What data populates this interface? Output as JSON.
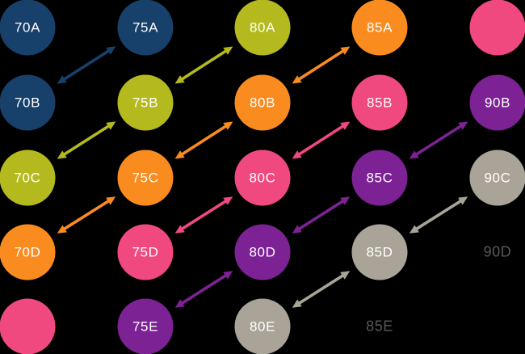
{
  "diagram": {
    "colors": {
      "background": "#000000",
      "label": "#ffffff",
      "navy": "#17406b",
      "olive": "#b4ba1e",
      "orange": "#fa8c1f",
      "pink": "#f04980",
      "purple": "#7d2295",
      "gray": "#a9a497",
      "faded": "#585858"
    },
    "nodes": [
      {
        "id": "70A",
        "label": "70A",
        "col": 0,
        "row": 0,
        "color": "navy",
        "shape": "circle"
      },
      {
        "id": "75A",
        "label": "75A",
        "col": 1,
        "row": 0,
        "color": "navy",
        "shape": "circle"
      },
      {
        "id": "80A",
        "label": "80A",
        "col": 2,
        "row": 0,
        "color": "olive",
        "shape": "circle"
      },
      {
        "id": "85A",
        "label": "85A",
        "col": 3,
        "row": 0,
        "color": "orange",
        "shape": "circle"
      },
      {
        "id": "90A",
        "label": "",
        "col": 4,
        "row": 0,
        "color": "pink",
        "shape": "circle"
      },
      {
        "id": "70B",
        "label": "70B",
        "col": 0,
        "row": 1,
        "color": "navy",
        "shape": "circle"
      },
      {
        "id": "75B",
        "label": "75B",
        "col": 1,
        "row": 1,
        "color": "olive",
        "shape": "circle"
      },
      {
        "id": "80B",
        "label": "80B",
        "col": 2,
        "row": 1,
        "color": "orange",
        "shape": "circle"
      },
      {
        "id": "85B",
        "label": "85B",
        "col": 3,
        "row": 1,
        "color": "pink",
        "shape": "circle"
      },
      {
        "id": "90B",
        "label": "90B",
        "col": 4,
        "row": 1,
        "color": "purple",
        "shape": "circle"
      },
      {
        "id": "70C",
        "label": "70C",
        "col": 0,
        "row": 2,
        "color": "olive",
        "shape": "circle"
      },
      {
        "id": "75C",
        "label": "75C",
        "col": 1,
        "row": 2,
        "color": "orange",
        "shape": "circle"
      },
      {
        "id": "80C",
        "label": "80C",
        "col": 2,
        "row": 2,
        "color": "pink",
        "shape": "circle"
      },
      {
        "id": "85C",
        "label": "85C",
        "col": 3,
        "row": 2,
        "color": "purple",
        "shape": "circle"
      },
      {
        "id": "90C",
        "label": "90C",
        "col": 4,
        "row": 2,
        "color": "gray",
        "shape": "circle"
      },
      {
        "id": "70D",
        "label": "70D",
        "col": 0,
        "row": 3,
        "color": "orange",
        "shape": "circle"
      },
      {
        "id": "75D",
        "label": "75D",
        "col": 1,
        "row": 3,
        "color": "pink",
        "shape": "circle"
      },
      {
        "id": "80D",
        "label": "80D",
        "col": 2,
        "row": 3,
        "color": "purple",
        "shape": "circle"
      },
      {
        "id": "85D",
        "label": "85D",
        "col": 3,
        "row": 3,
        "color": "gray",
        "shape": "circle"
      },
      {
        "id": "90D",
        "label": "90D",
        "col": 4,
        "row": 3,
        "color": "faded",
        "shape": "text"
      },
      {
        "id": "70E",
        "label": "",
        "col": 0,
        "row": 4,
        "color": "pink",
        "shape": "circle"
      },
      {
        "id": "75E",
        "label": "75E",
        "col": 1,
        "row": 4,
        "color": "purple",
        "shape": "circle"
      },
      {
        "id": "80E",
        "label": "80E",
        "col": 2,
        "row": 4,
        "color": "gray",
        "shape": "circle"
      },
      {
        "id": "85E",
        "label": "85E",
        "col": 3,
        "row": 4,
        "color": "faded",
        "shape": "text"
      }
    ],
    "arrows": [
      {
        "from": "75A",
        "to": "70B",
        "color": "navy"
      },
      {
        "from": "80A",
        "to": "75B",
        "color": "olive"
      },
      {
        "from": "85A",
        "to": "80B",
        "color": "orange"
      },
      {
        "from": "75B",
        "to": "70C",
        "color": "olive"
      },
      {
        "from": "80B",
        "to": "75C",
        "color": "orange"
      },
      {
        "from": "85B",
        "to": "80C",
        "color": "pink"
      },
      {
        "from": "90B",
        "to": "85C",
        "color": "purple"
      },
      {
        "from": "75C",
        "to": "70D",
        "color": "orange"
      },
      {
        "from": "80C",
        "to": "75D",
        "color": "pink"
      },
      {
        "from": "85C",
        "to": "80D",
        "color": "purple"
      },
      {
        "from": "90C",
        "to": "85D",
        "color": "gray"
      },
      {
        "from": "80D",
        "to": "75E",
        "color": "purple"
      },
      {
        "from": "85D",
        "to": "80E",
        "color": "gray"
      }
    ]
  }
}
